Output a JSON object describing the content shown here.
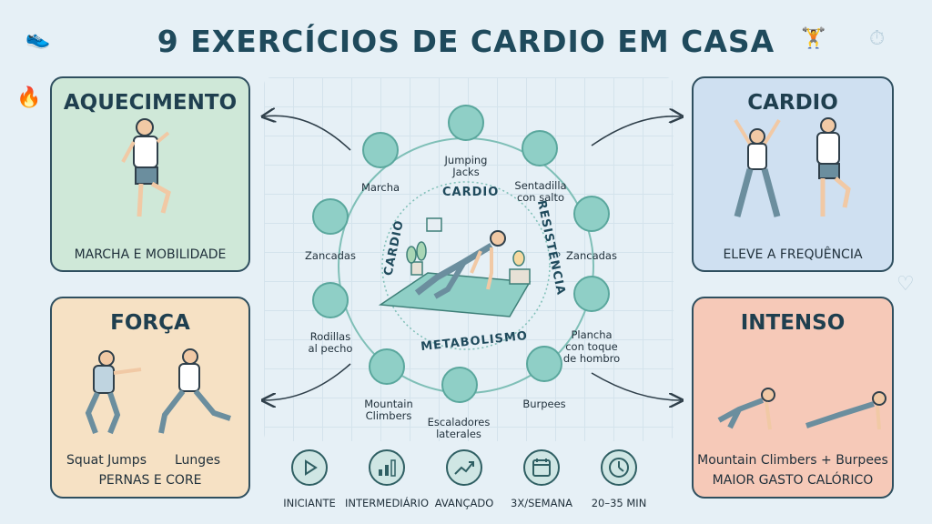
{
  "title": "9 EXERCÍCIOS DE CARDIO EM CASA",
  "panels": {
    "aquecimento": {
      "title": "AQUECIMENTO",
      "caption": "MARCHA E MOBILIDADE"
    },
    "forca": {
      "title": "FORÇA",
      "label_left": "Squat Jumps",
      "label_right": "Lunges",
      "caption": "PERNAS E CORE"
    },
    "cardio": {
      "title": "CARDIO",
      "caption": "ELEVE A FREQUÊNCIA"
    },
    "intenso": {
      "title": "INTENSO",
      "label": "Mountain Climbers + Burpees",
      "caption": "MAIOR GASTO CALÓRICO"
    }
  },
  "ring_words": {
    "top": "CARDIO",
    "left": "CARDIO",
    "right": "RESISTÊNCIA",
    "bottom": "METABOLISMO"
  },
  "exercises": [
    {
      "line1": "Jumping",
      "line2": "Jacks"
    },
    {
      "line1": "Sentadilla",
      "line2": "con salto"
    },
    {
      "line1": "Zancadas",
      "line2": ""
    },
    {
      "line1": "Plancha",
      "line2": "con toque",
      "line3": "de hombro"
    },
    {
      "line1": "Burpees",
      "line2": ""
    },
    {
      "line1": "Escaladores",
      "line2": "laterales"
    },
    {
      "line1": "Mountain",
      "line2": "Climbers"
    },
    {
      "line1": "Rodillas",
      "line2": "al pecho"
    },
    {
      "line1": "Zancadas",
      "line2": ""
    },
    {
      "line1": "Marcha",
      "line2": ""
    }
  ],
  "footer": [
    {
      "label": "INICIANTE",
      "icon": "play-icon"
    },
    {
      "label": "INTERMEDIÁRIO",
      "icon": "signal-bars-icon"
    },
    {
      "label": "AVANÇADO",
      "icon": "trend-up-icon"
    },
    {
      "label": "3X/SEMANA",
      "icon": "calendar-icon"
    },
    {
      "label": "20–35 MIN",
      "icon": "clock-icon"
    }
  ],
  "colors": {
    "title": "#1f4a5c",
    "teal": "#8fcfc6",
    "warmup_green": "#cfe8d8",
    "strength_peach": "#f6e1c4",
    "cardio_blue": "#cfe0f1",
    "intense_salmon": "#f6c9b8"
  }
}
